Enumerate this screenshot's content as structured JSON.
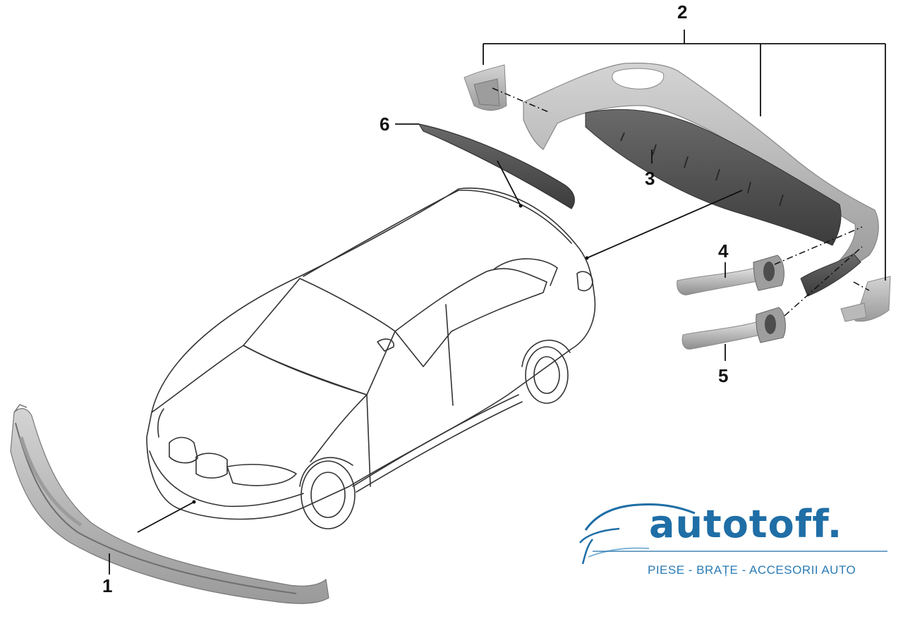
{
  "callouts": [
    {
      "id": "1",
      "label": "1"
    },
    {
      "id": "2",
      "label": "2"
    },
    {
      "id": "3",
      "label": "3"
    },
    {
      "id": "4",
      "label": "4"
    },
    {
      "id": "5",
      "label": "5"
    },
    {
      "id": "6",
      "label": "6"
    }
  ],
  "logo": {
    "wordmark": "autotoff.",
    "tagline": "PIESE - BRAȚE - ACCESORII AUTO",
    "color": "#1f6ea6"
  },
  "parts": {
    "front_spoiler": "front-spoiler-icon",
    "rear_diffuser": "rear-diffuser-icon",
    "exhaust_tip_left": "exhaust-tip-icon",
    "exhaust_tip_right": "exhaust-tip-icon",
    "roof_spoiler": "roof-spoiler-icon",
    "side_reflector": "reflector-bracket-icon"
  },
  "colors": {
    "part_light": "#b8b8b8",
    "part_mid": "#8f8f8f",
    "part_dark": "#4a4a4a",
    "line": "#111111"
  }
}
